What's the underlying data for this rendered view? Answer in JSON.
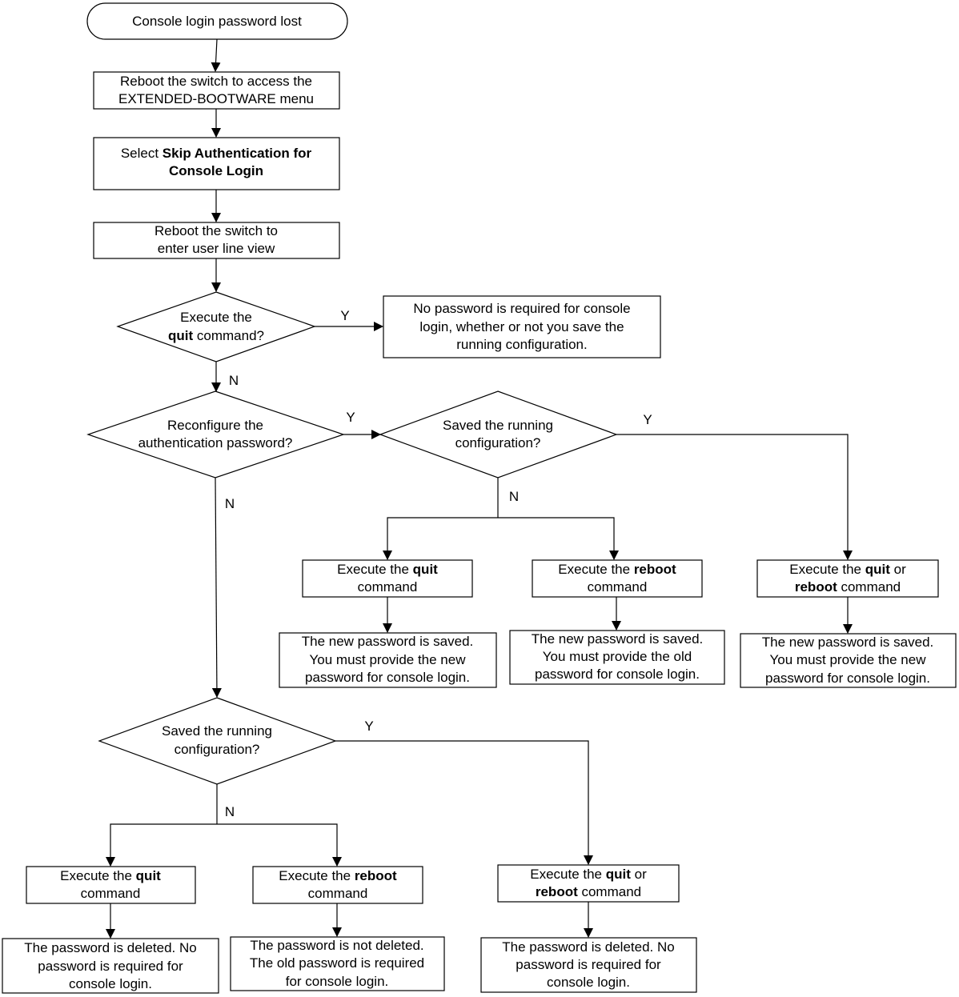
{
  "start": {
    "text": "Console login password lost"
  },
  "step1": {
    "lines": [
      "Reboot the switch to access the",
      "EXTENDED-BOOTWARE menu"
    ]
  },
  "step2": {
    "prefix": "Select ",
    "bold1": "Skip Authentication for",
    "bold2": "Console Login"
  },
  "step3": {
    "lines": [
      "Reboot the switch to",
      "enter user line view"
    ]
  },
  "d1": {
    "line1": "Execute the",
    "bold": "quit",
    "suffix": " command?",
    "yes": "Y",
    "no": "N"
  },
  "d1_yes_result": {
    "lines": [
      "No password is required for console",
      "login, whether or not you save the",
      "running configuration."
    ]
  },
  "d2": {
    "lines": [
      "Reconfigure the",
      "authentication password?"
    ],
    "yes": "Y",
    "no": "N"
  },
  "d3": {
    "lines": [
      "Saved the running",
      "configuration?"
    ],
    "yes": "Y",
    "no": "N"
  },
  "a1": {
    "prefix": "Execute the ",
    "bold": "quit",
    "line2": "command"
  },
  "a2": {
    "prefix": "Execute the ",
    "bold": "reboot",
    "line2": "command"
  },
  "a3": {
    "prefix": "Execute the ",
    "bold": "quit",
    "mid": " or",
    "bold2": "reboot",
    "suffix": " command"
  },
  "r1": {
    "lines": [
      "The new password is saved.",
      "You must provide the new",
      "password for console login."
    ]
  },
  "r2": {
    "lines": [
      "The new password is saved.",
      "You must provide the old",
      "password for console login."
    ]
  },
  "r3": {
    "lines": [
      "The new password is saved.",
      "You must provide the new",
      "password for console login."
    ]
  },
  "d4": {
    "lines": [
      "Saved the running",
      "configuration?"
    ],
    "yes": "Y",
    "no": "N"
  },
  "b1": {
    "prefix": "Execute the ",
    "bold": "quit",
    "line2": "command"
  },
  "b2": {
    "prefix": "Execute the ",
    "bold": "reboot",
    "line2": "command"
  },
  "b3": {
    "prefix": "Execute the ",
    "bold": "quit",
    "mid": " or",
    "bold2": "reboot",
    "suffix": " command"
  },
  "s1": {
    "lines": [
      "The password is deleted. No",
      "password is required for",
      "console login."
    ]
  },
  "s2": {
    "lines": [
      "The password is not deleted.",
      "The old password is required",
      "for console login."
    ]
  },
  "s3": {
    "lines": [
      "The password is deleted. No",
      "password is required for",
      "console login."
    ]
  }
}
